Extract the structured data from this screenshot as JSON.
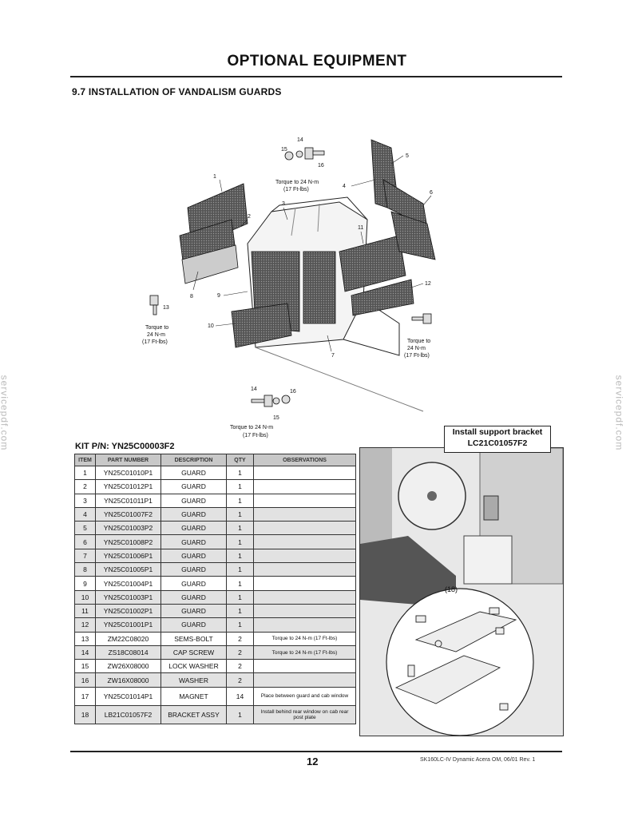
{
  "page": {
    "title": "OPTIONAL EQUIPMENT",
    "section_heading": "9.7 INSTALLATION OF VANDALISM GUARDS",
    "watermark": "servicepdf.com",
    "page_number": "12",
    "footer_text": "SK160LC-IV Dynamic Acera OM, 06/01 Rev. 1"
  },
  "diagram": {
    "callouts": [
      "1",
      "2",
      "3",
      "4",
      "5",
      "6",
      "7",
      "8",
      "9",
      "10",
      "11",
      "12",
      "13",
      "14",
      "15",
      "16"
    ],
    "torque_note": [
      "Torque to 24 N-m",
      "(17 Ft-lbs)"
    ],
    "torque_note_short": [
      "Torque to",
      "24 N-m",
      "(17 Ft-lbs)"
    ]
  },
  "kit": {
    "label": "KIT P/N: YN25C00003F2"
  },
  "table": {
    "headers": [
      "ITEM",
      "PART NUMBER",
      "DESCRIPTION",
      "QTY",
      "OBSERVATIONS"
    ],
    "rows": [
      {
        "item": "1",
        "part": "YN25C01010P1",
        "desc": "GUARD",
        "qty": "1",
        "obs": ""
      },
      {
        "item": "2",
        "part": "YN25C01012P1",
        "desc": "GUARD",
        "qty": "1",
        "obs": ""
      },
      {
        "item": "3",
        "part": "YN25C01011P1",
        "desc": "GUARD",
        "qty": "1",
        "obs": ""
      },
      {
        "item": "4",
        "part": "YN25C01007F2",
        "desc": "GUARD",
        "qty": "1",
        "obs": ""
      },
      {
        "item": "5",
        "part": "YN25C01003P2",
        "desc": "GUARD",
        "qty": "1",
        "obs": ""
      },
      {
        "item": "6",
        "part": "YN25C01008P2",
        "desc": "GUARD",
        "qty": "1",
        "obs": ""
      },
      {
        "item": "7",
        "part": "YN25C01006P1",
        "desc": "GUARD",
        "qty": "1",
        "obs": ""
      },
      {
        "item": "8",
        "part": "YN25C01005P1",
        "desc": "GUARD",
        "qty": "1",
        "obs": ""
      },
      {
        "item": "9",
        "part": "YN25C01004P1",
        "desc": "GUARD",
        "qty": "1",
        "obs": ""
      },
      {
        "item": "10",
        "part": "YN25C01003P1",
        "desc": "GUARD",
        "qty": "1",
        "obs": ""
      },
      {
        "item": "11",
        "part": "YN25C01002P1",
        "desc": "GUARD",
        "qty": "1",
        "obs": ""
      },
      {
        "item": "12",
        "part": "YN25C01001P1",
        "desc": "GUARD",
        "qty": "1",
        "obs": ""
      },
      {
        "item": "13",
        "part": "ZM22C08020",
        "desc": "SEMS-BOLT",
        "qty": "2",
        "obs": "Torque to 24 N-m (17 Ft-lbs)"
      },
      {
        "item": "14",
        "part": "ZS18C08014",
        "desc": "CAP SCREW",
        "qty": "2",
        "obs": "Torque to 24 N-m (17 Ft-lbs)"
      },
      {
        "item": "15",
        "part": "ZW26X08000",
        "desc": "LOCK WASHER",
        "qty": "2",
        "obs": ""
      },
      {
        "item": "16",
        "part": "ZW16X08000",
        "desc": "WASHER",
        "qty": "2",
        "obs": ""
      },
      {
        "item": "17",
        "part": "YN25C01014P1",
        "desc": "MAGNET",
        "qty": "14",
        "obs": "Place between guard and cab window"
      },
      {
        "item": "18",
        "part": "LB21C01057F2",
        "desc": "BRACKET ASSY",
        "qty": "1",
        "obs": "Install behind rear window on cab rear post plate"
      }
    ]
  },
  "photo": {
    "callout_line1": "Install support bracket",
    "callout_line2": "LC21C01057F2",
    "detail_label": "(18)"
  }
}
